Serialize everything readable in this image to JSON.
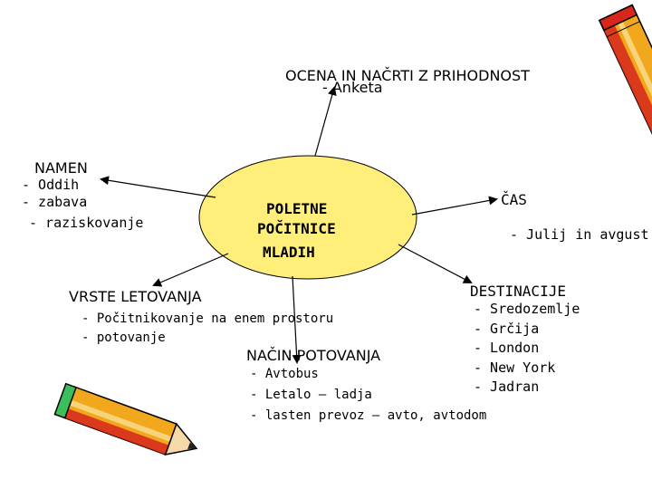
{
  "title": {
    "line1": "OCENA IN NAČRTI Z PRIHODNOST",
    "line2": "- Anketa"
  },
  "center": {
    "lines": [
      "POLETNE",
      "POČITNICE",
      "MLADIH"
    ],
    "fill": "#ffef7a"
  },
  "branches": {
    "namen": {
      "heading": "NAMEN",
      "items": [
        "- Oddih",
        "- zabava",
        "- raziskovanje"
      ]
    },
    "cas": {
      "heading": "ČAS",
      "items": [
        "- Julij in avgust"
      ]
    },
    "vrste": {
      "heading": "VRSTE LETOVANJA",
      "items": [
        "- Počitnikovanje na enem prostoru",
        "- potovanje"
      ]
    },
    "nacin": {
      "heading": "NAČIN POTOVANJA",
      "items": [
        "- Avtobus",
        "- Letalo – ladja",
        "- lasten prevoz – avto, avtodom"
      ]
    },
    "destinacije": {
      "heading": "DESTINACIJE",
      "items": [
        "- Sredozemlje",
        "- Grčija",
        "- London",
        "- New York",
        "- Jadran"
      ]
    }
  },
  "icons": [
    "pencil-icon",
    "pencil-icon"
  ],
  "colors": {
    "pencil_body": "#f2a81d",
    "pencil_dark": "#d7261b",
    "eraser": "#3bbf5a"
  }
}
